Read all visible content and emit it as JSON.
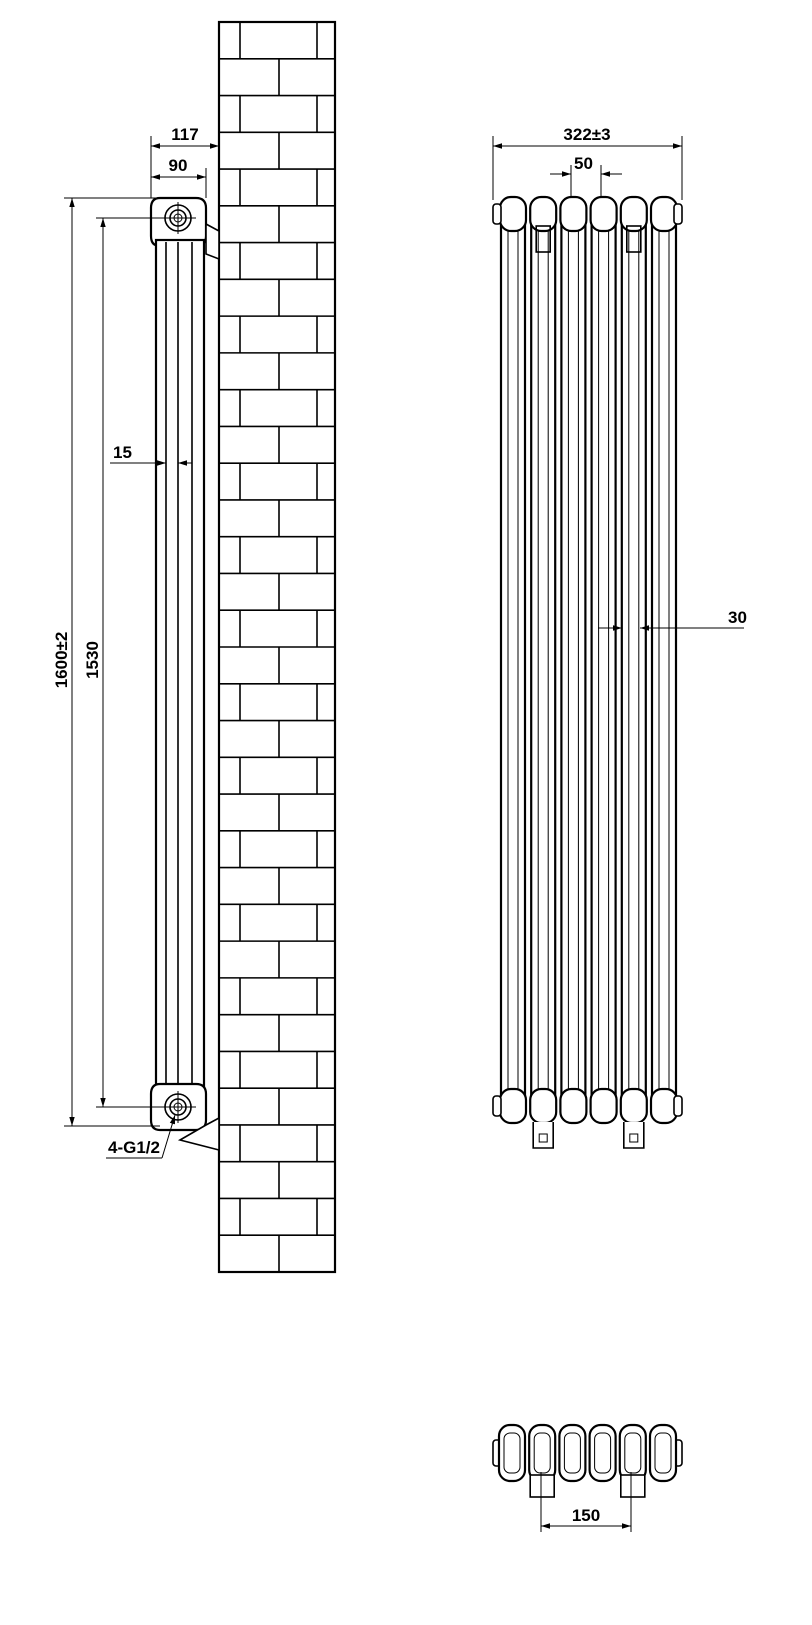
{
  "side_view": {
    "depth_total": "117",
    "depth_radiator": "90",
    "tube_gap": "15",
    "height_total": "1600±2",
    "center_distance": "1530",
    "connections": "4-G1/2"
  },
  "front_view": {
    "width_total": "322±3",
    "column_pitch": "50",
    "tube_diameter": "30"
  },
  "plan_view": {
    "bracket_spacing": "150"
  },
  "colors": {
    "line": "#000000",
    "background": "#ffffff"
  },
  "front_columns": 6,
  "wall_courses": 34
}
